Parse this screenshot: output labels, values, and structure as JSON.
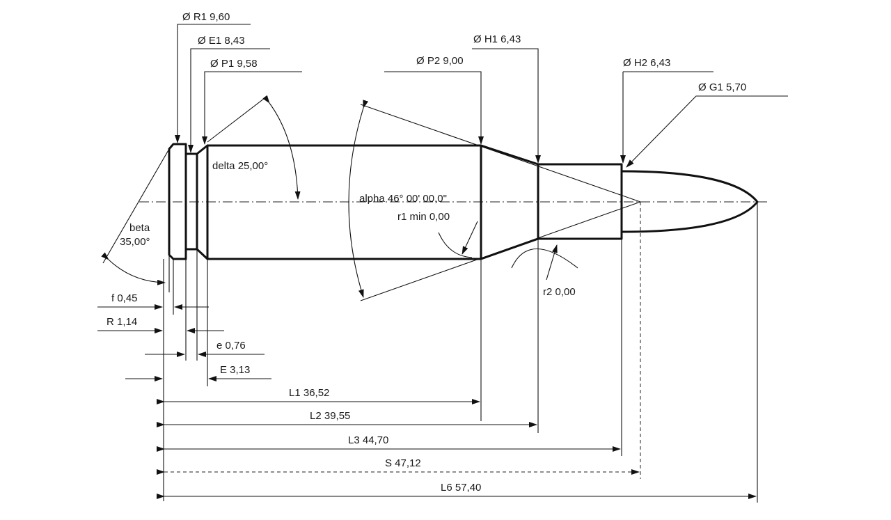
{
  "labels": {
    "R1": "Ø R1  9,60",
    "E1": "Ø E1  8,43",
    "P1": "Ø P1  9,58",
    "P2": "Ø P2  9,00",
    "H1": "Ø H1  6,43",
    "H2": "Ø H2  6,43",
    "G1": "Ø G1  5,70",
    "delta": "delta  25,00°",
    "alpha": "alpha  46° 00' 00,0\"",
    "r1": "r1 min  0,00",
    "r2": "r2  0,00",
    "beta_name": "beta",
    "beta_value": "35,00°",
    "f": "f  0,45",
    "R": "R  1,14",
    "e": "e  0,76",
    "E": "E  3,13",
    "L1": "L1  36,52",
    "L2": "L2  39,55",
    "L3": "L3  44,70",
    "S": "S  47,12",
    "L6": "L6  57,40"
  }
}
